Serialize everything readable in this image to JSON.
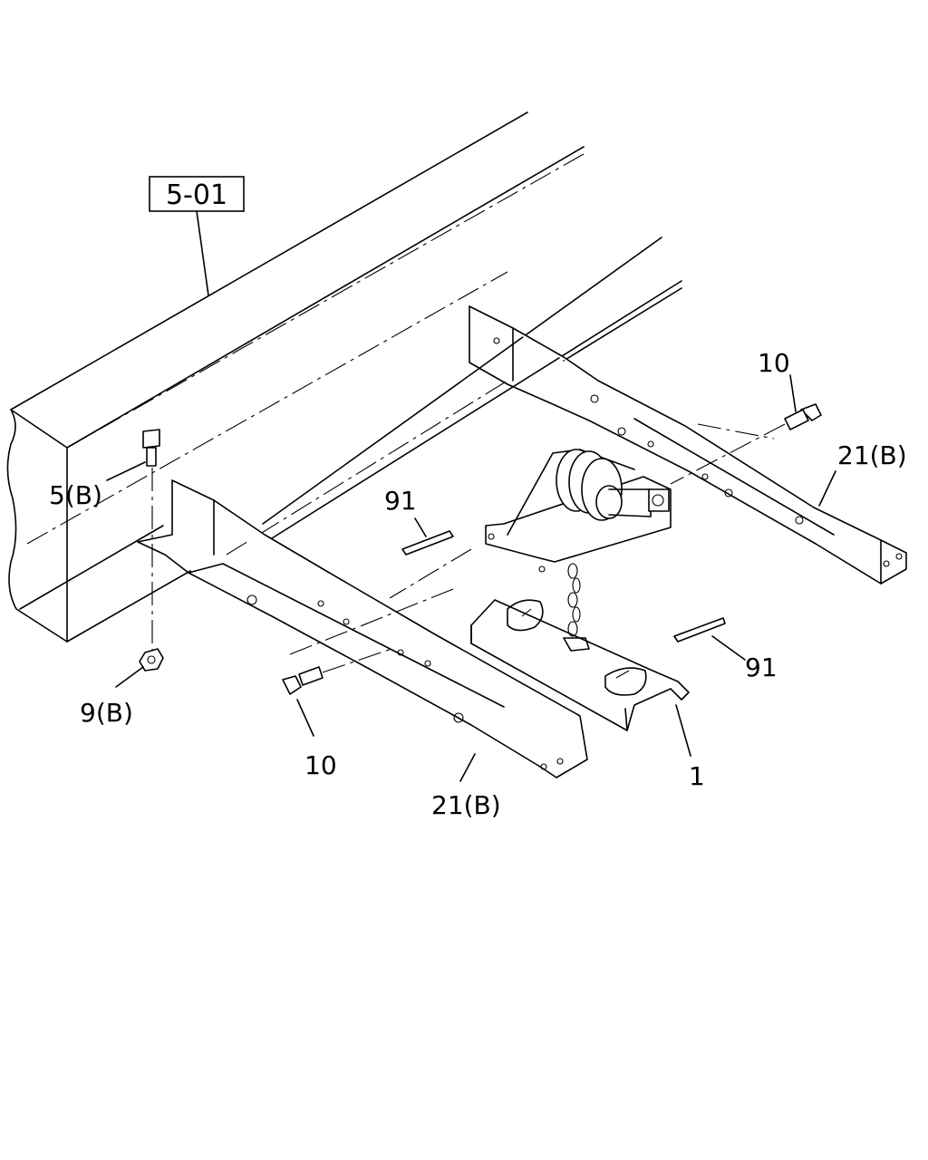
{
  "reference": {
    "text": "5-01"
  },
  "labels": {
    "bolt_left": "5(B)",
    "nut_left": "9(B)",
    "bolt_front": "10",
    "bolt_rear": "10",
    "bracket_front": "21(B)",
    "bracket_rear": "21(B)",
    "shim_left": "91",
    "shim_right": "91",
    "carrier": "1"
  }
}
